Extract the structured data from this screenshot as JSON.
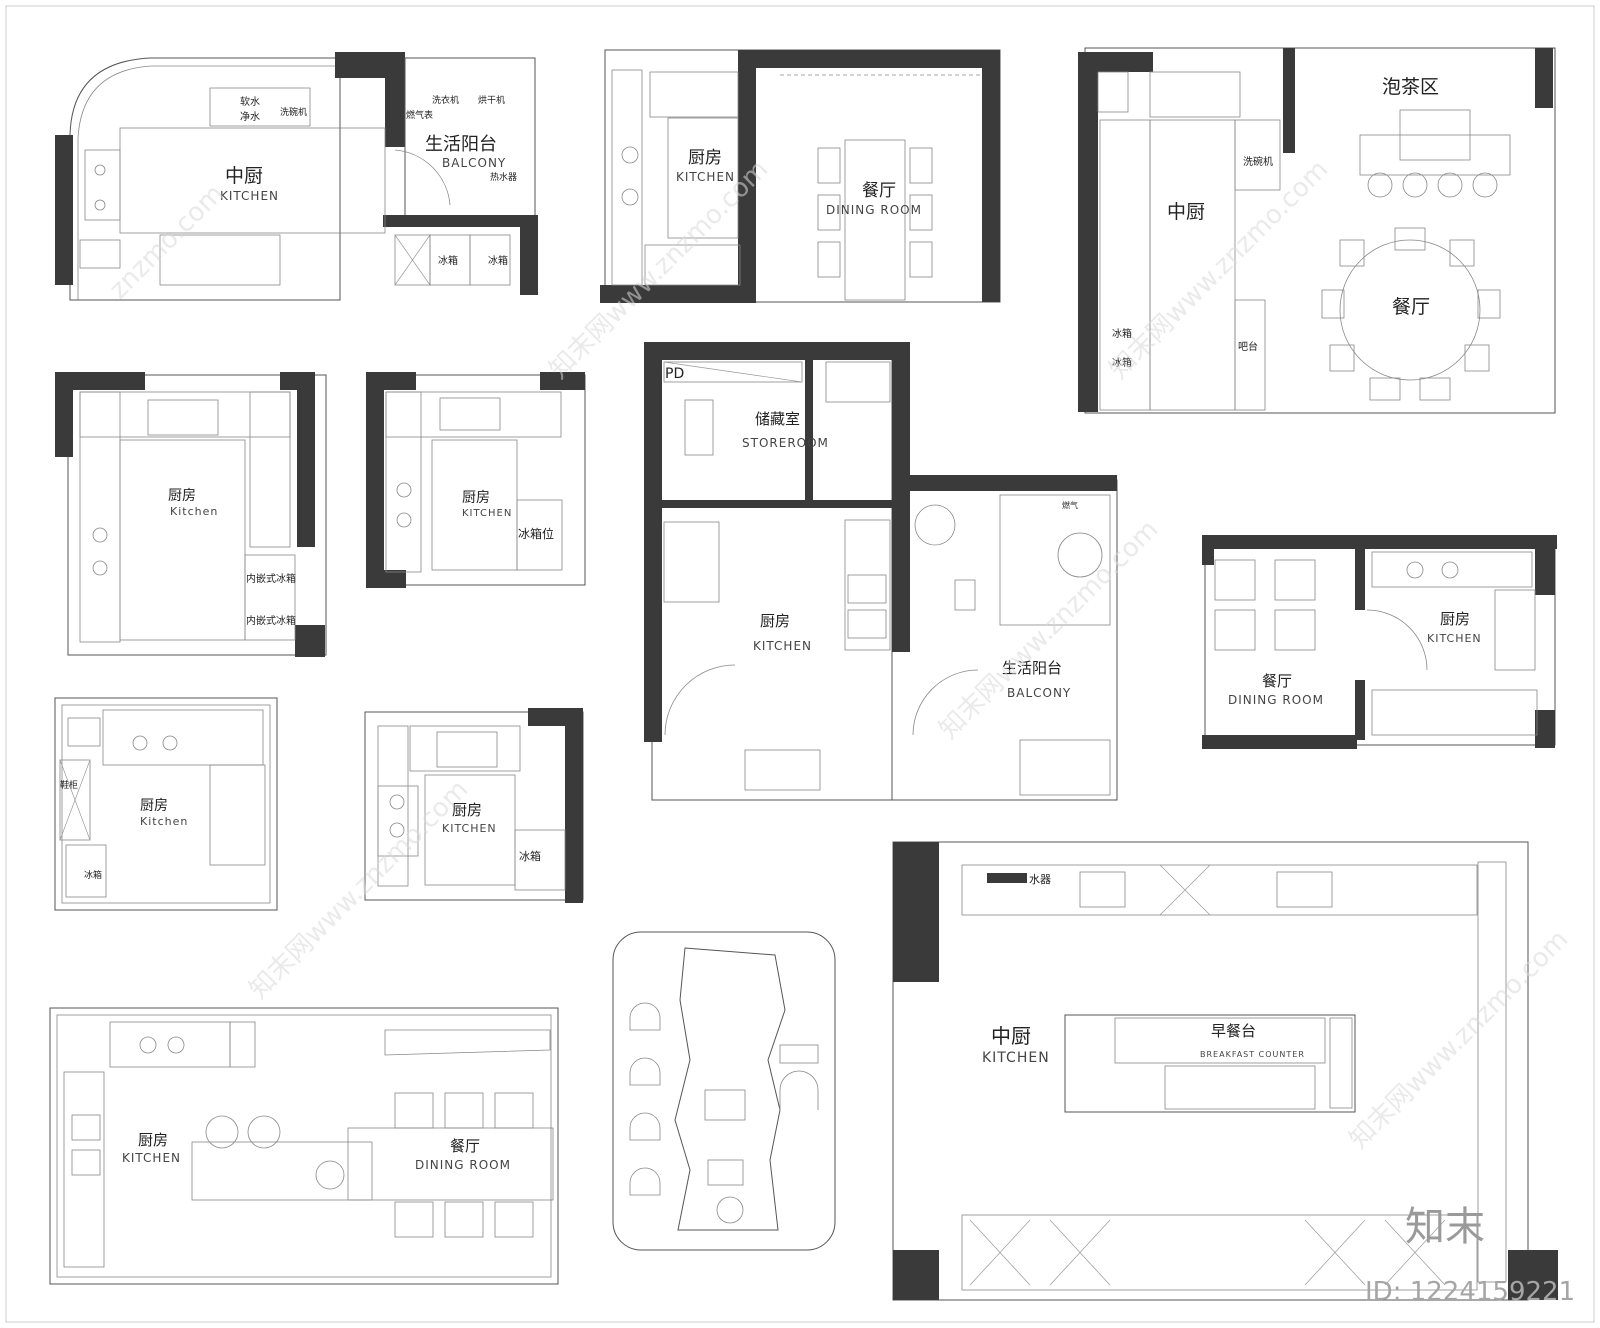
{
  "plans": {
    "p1": {
      "title_cn": "中厨",
      "title_en": "KITCHEN",
      "balcony_cn": "生活阳台",
      "balcony_en": "BALCONY",
      "items": [
        "软水",
        "净水",
        "洗碗机",
        "洗衣机",
        "烘干机",
        "燃气表",
        "热水器",
        "冰箱",
        "冰箱"
      ]
    },
    "p2": {
      "kitchen_cn": "厨房",
      "kitchen_en": "KITCHEN",
      "dining_cn": "餐厅",
      "dining_en": "DINING  ROOM"
    },
    "p3": {
      "tea_cn": "泡茶区",
      "kitchen_cn": "中厨",
      "dining_cn": "餐厅",
      "dishwasher": "洗碗机",
      "fridge1": "冰箱",
      "fridge2": "冰箱",
      "bar": "吧台"
    },
    "p4": {
      "kitchen_cn": "厨房",
      "kitchen_en": "Kitchen",
      "fridge1": "内嵌式冰箱",
      "fridge2": "内嵌式冰箱"
    },
    "p5": {
      "kitchen_cn": "厨房",
      "kitchen_en": "KITCHEN",
      "fridge": "冰箱位"
    },
    "p6": {
      "pd": "PD",
      "store_cn": "储藏室",
      "store_en": "STOREROOM",
      "kitchen_cn": "厨房",
      "kitchen_en": "KITCHEN",
      "balcony_cn": "生活阳台",
      "balcony_en": "BALCONY",
      "gas": "燃气"
    },
    "p7": {
      "dining_cn": "餐厅",
      "dining_en": "DINING  ROOM",
      "kitchen_cn": "厨房",
      "kitchen_en": "KITCHEN"
    },
    "p8": {
      "kitchen_cn": "厨房",
      "kitchen_en": "Kitchen",
      "shoe": "鞋柜",
      "fridge": "冰箱"
    },
    "p9": {
      "kitchen_cn": "厨房",
      "kitchen_en": "KITCHEN",
      "fridge": "冰箱"
    },
    "p10": {
      "kitchen_cn": "中厨",
      "kitchen_en": "KITCHEN",
      "counter_cn": "早餐台",
      "counter_en": "BREAKFAST COUNTER",
      "water": "水器"
    },
    "p11": {
      "kitchen_cn": "厨房",
      "kitchen_en": "KITCHEN",
      "dining_cn": "餐厅",
      "dining_en": "DINING  ROOM"
    }
  },
  "watermark": {
    "text": "znzmo.com",
    "text_cn": "知末网www.znzmo.com",
    "logo": "知末",
    "id": "ID: 1224159221"
  }
}
